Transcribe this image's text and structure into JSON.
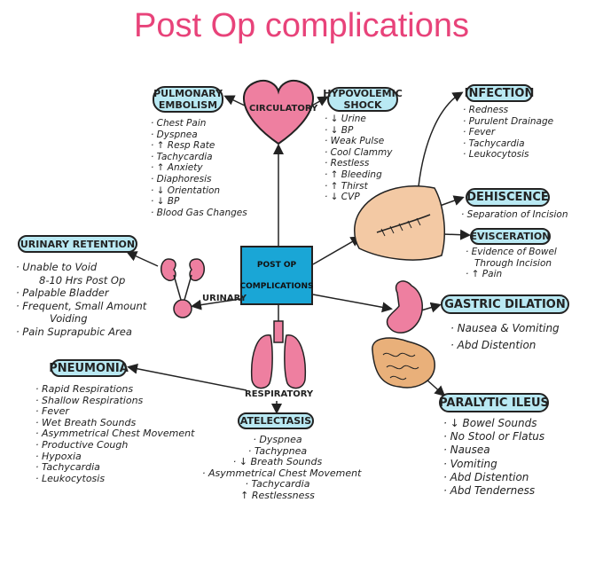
{
  "title": "Post Op complications",
  "center": {
    "line1": "POST OP",
    "line2": "COMPLICATIONS"
  },
  "branches": {
    "circulatory": "CIRCULATORY",
    "urinary": "URINARY",
    "respiratory": "RESPIRATORY"
  },
  "pulmonary_embolism": {
    "label_1": "PULMONARY",
    "label_2": "EMBOLISM",
    "signs": [
      "· Chest Pain",
      "· Dyspnea",
      "· ↑ Resp Rate",
      "· Tachycardia",
      "· ↑ Anxiety",
      "· Diaphoresis",
      "· ↓ Orientation",
      "· ↓ BP",
      "· Blood Gas Changes"
    ]
  },
  "hypovolemic_shock": {
    "label_1": "HYPOVOLEMIC",
    "label_2": "SHOCK",
    "signs": [
      "· ↓ Urine",
      "· ↓ BP",
      "· Weak Pulse",
      "· Cool Clammy",
      "· Restless",
      "· ↑ Bleeding",
      "· ↑ Thirst",
      "· ↓ CVP"
    ]
  },
  "infection": {
    "label": "INFECTION",
    "signs": [
      "· Redness",
      "· Purulent Drainage",
      "· Fever",
      "· Tachycardia",
      "· Leukocytosis"
    ]
  },
  "dehiscence": {
    "label": "DEHISCENCE",
    "signs": [
      "· Separation of Incision"
    ]
  },
  "evisceration": {
    "label": "EVISCERATION",
    "signs": [
      "· Evidence of Bowel",
      "Through Incision",
      "· ↑ Pain"
    ]
  },
  "urinary_retention": {
    "label": "URINARY RETENTION",
    "signs": [
      "· Unable to Void",
      "8-10 Hrs Post Op",
      "· Palpable Bladder",
      "· Frequent, Small Amount",
      "Voiding",
      "· Pain Suprapubic Area"
    ]
  },
  "gastric_dilation": {
    "label": "GASTRIC DILATION",
    "signs": [
      "· Nausea & Vomiting",
      "· Abd Distention"
    ]
  },
  "pneumonia": {
    "label": "PNEUMONIA",
    "signs": [
      "· Rapid Respirations",
      "· Shallow Respirations",
      "· Fever",
      "· Wet Breath Sounds",
      "· Asymmetrical Chest Movement",
      "· Productive Cough",
      "· Hypoxia",
      "· Tachycardia",
      "· Leukocytosis"
    ]
  },
  "atelectasis": {
    "label": "ATELECTASIS",
    "signs": [
      "· Dyspnea",
      "· Tachypnea",
      "· ↓ Breath Sounds",
      "· Asymmetrical Chest Movement",
      "· Tachycardia",
      "↑ Restlessness"
    ]
  },
  "paralytic_ileus": {
    "label": "PARALYTIC ILEUS",
    "signs": [
      "· ↓ Bowel Sounds",
      "· No Stool or Flatus",
      "· Nausea",
      "· Vomiting",
      "· Abd Distention",
      "· Abd Tenderness"
    ]
  },
  "colors": {
    "title": "#e8437a",
    "pill_fill": "#b9e9f3",
    "center_fill": "#1aa6d6",
    "organ_pink": "#ee7fa0",
    "skin": "#f3c9a4"
  }
}
